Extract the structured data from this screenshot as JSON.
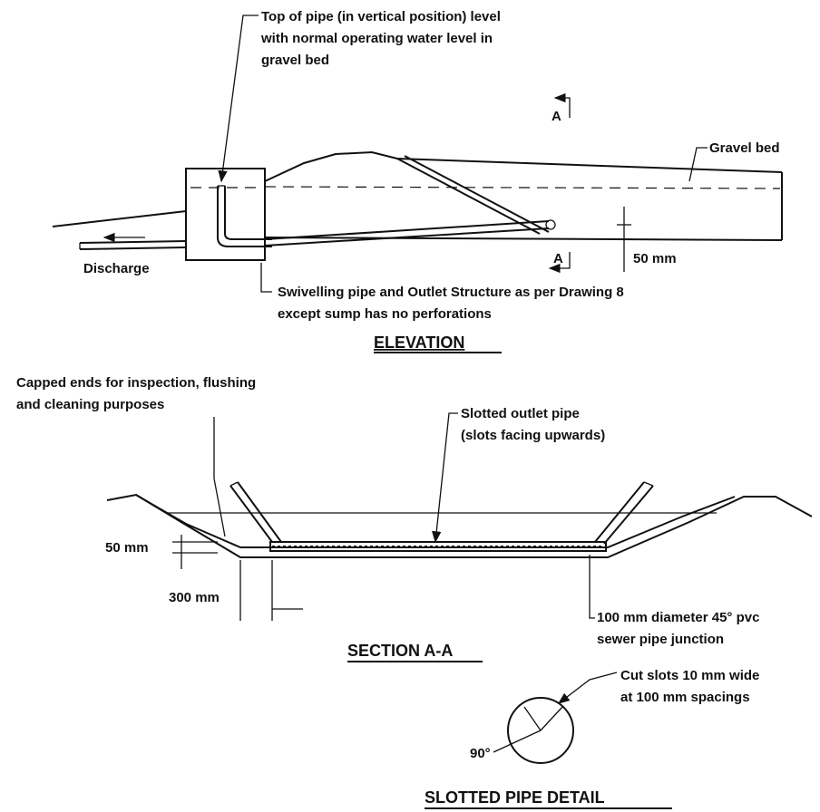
{
  "elevation": {
    "top_of_pipe_note": [
      "Top of pipe (in vertical position) level",
      "with normal operating water level in",
      "gravel bed"
    ],
    "gravel_bed_label": "Gravel bed",
    "section_marker": "A",
    "dimension_label": "50 mm",
    "discharge_label": "Discharge",
    "outlet_note": [
      "Swivelling pipe and Outlet Structure as per Drawing 8",
      "except sump has no perforations"
    ],
    "title": "ELEVATION"
  },
  "section": {
    "capped_ends_note": [
      "Capped ends for inspection, flushing",
      "and cleaning purposes"
    ],
    "slotted_pipe_note": [
      "Slotted outlet pipe",
      "(slots facing upwards)"
    ],
    "dimension_50": "50 mm",
    "dimension_300": "300 mm",
    "junction_note": [
      "100 mm diameter 45° pvc",
      "sewer pipe junction"
    ],
    "title": "SECTION A-A"
  },
  "detail": {
    "slots_note": [
      "Cut slots 10 mm wide",
      "at 100 mm spacings"
    ],
    "angle_label": "90°",
    "title": "SLOTTED PIPE DETAIL"
  }
}
